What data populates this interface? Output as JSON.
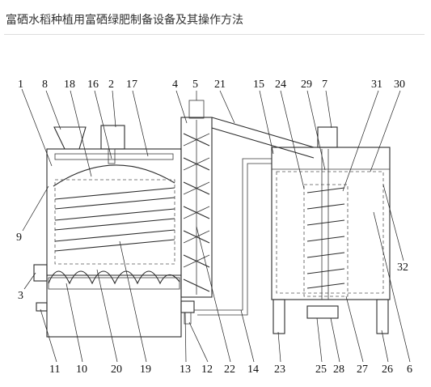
{
  "header": {
    "title": "富硒水稻种植用富硒绿肥制备设备及其操作方法"
  },
  "diagram": {
    "labels": {
      "n1": "1",
      "n8": "8",
      "n18": "18",
      "n16": "16",
      "n2": "2",
      "n17": "17",
      "n4": "4",
      "n5": "5",
      "n21": "21",
      "n15": "15",
      "n24": "24",
      "n29": "29",
      "n7": "7",
      "n31": "31",
      "n30": "30",
      "n9": "9",
      "n3": "3",
      "n32": "32",
      "n11": "11",
      "n10": "10",
      "n20": "20",
      "n19": "19",
      "n13": "13",
      "n12": "12",
      "n22": "22",
      "n14": "14",
      "n23": "23",
      "n25": "25",
      "n28": "28",
      "n27": "27",
      "n26": "26",
      "n6": "6"
    }
  }
}
